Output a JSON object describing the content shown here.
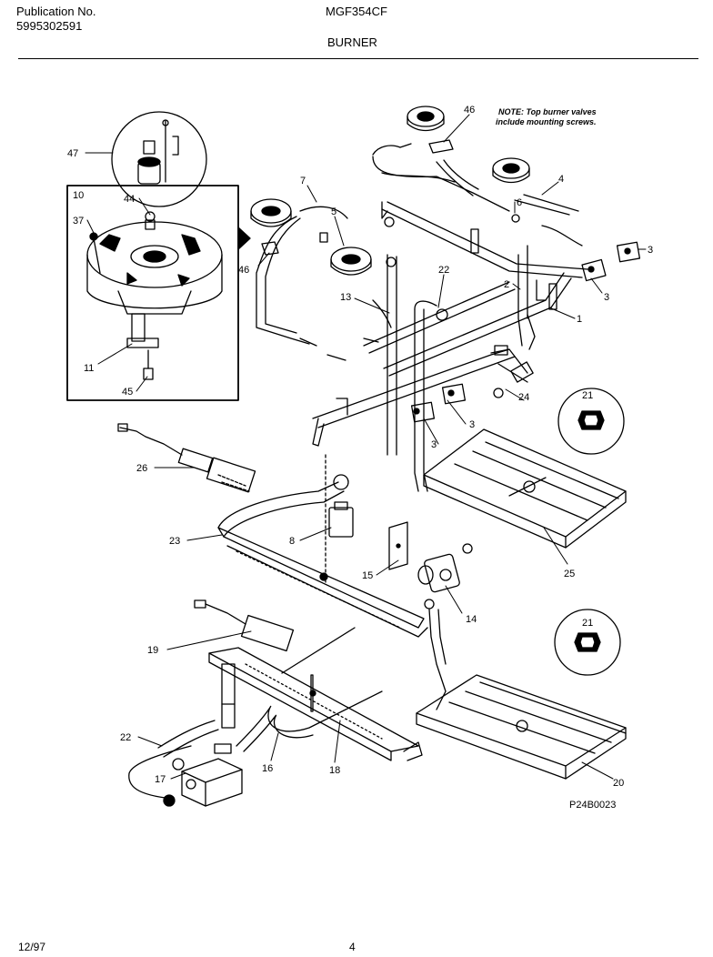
{
  "header": {
    "publication_label": "Publication No.",
    "publication_number": "5995302591",
    "model": "MGF354CF",
    "section": "BURNER"
  },
  "note": {
    "line1": "NOTE: Top burner valves",
    "line2": "include mounting screws."
  },
  "callouts": {
    "c47": "47",
    "c10": "10",
    "c44": "44",
    "c37": "37",
    "c11": "11",
    "c45": "45",
    "c7": "7",
    "c46a": "46",
    "c46b": "46",
    "c5": "5",
    "c4": "4",
    "c6": "6",
    "c3a": "3",
    "c3b": "3",
    "c3c": "3",
    "c3d": "3",
    "c22a": "22",
    "c2": "2",
    "c13": "13",
    "c1": "1",
    "c24": "24",
    "c21a": "21",
    "c26": "26",
    "c8": "8",
    "c23": "23",
    "c15": "15",
    "c14": "14",
    "c25": "25",
    "c19": "19",
    "c21b": "21",
    "c22b": "22",
    "c17": "17",
    "c16": "16",
    "c18": "18",
    "c20": "20"
  },
  "diagram_code": "P24B0023",
  "footer": {
    "date": "12/97",
    "page": "4"
  }
}
